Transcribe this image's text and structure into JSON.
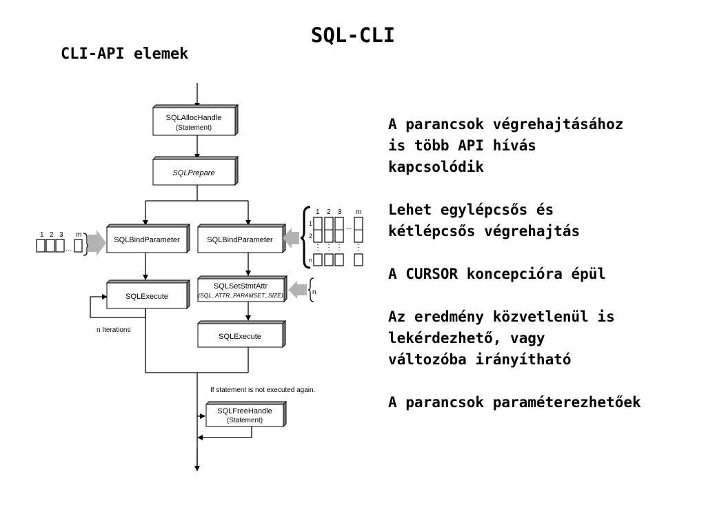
{
  "title": "SQL-CLI",
  "subtitle": "CLI-API elemek",
  "bullets": [
    "A parancsok végrehajtásához\nis több API hívás\nkapcsolódik",
    "Lehet egylépcsős és\nkétlépcsős végrehajtás",
    "A CURSOR koncepcióra épül",
    "Az eredmény közvetlenül is\nlekérdezhető, vagy\nváltozóba irányítható",
    "A parancsok paraméterezhetőek"
  ],
  "diagram": {
    "boxes": {
      "alloc_handle": {
        "line1": "SQLAllocHandle",
        "line2": "(Statement)"
      },
      "prepare": {
        "line1": "SQLPrepare"
      },
      "bind_left": {
        "line1": "SQLBindParameter"
      },
      "bind_right": {
        "line1": "SQLBindParameter"
      },
      "execute_left": {
        "line1": "SQLExecute"
      },
      "set_stmt_attr": {
        "line1": "SQLSetStmtAttr",
        "line2": "(SQL_ATTR_PARAMSET_SIZE)"
      },
      "execute_right": {
        "line1": "SQLExecute"
      },
      "free_handle": {
        "line1": "SQLFreeHandle",
        "line2": "(Statement)"
      }
    },
    "labels": {
      "n_iterations": "n Iterations",
      "not_executed": "If statement is not executed again.",
      "left_params": [
        "1",
        "2",
        "3",
        "m"
      ],
      "left_ellipsis": "...",
      "right_cols": [
        "1",
        "2",
        "3",
        "m"
      ],
      "right_rows": [
        "1",
        "2",
        "n"
      ],
      "right_ellipsis": "...",
      "set_n": "n"
    }
  }
}
